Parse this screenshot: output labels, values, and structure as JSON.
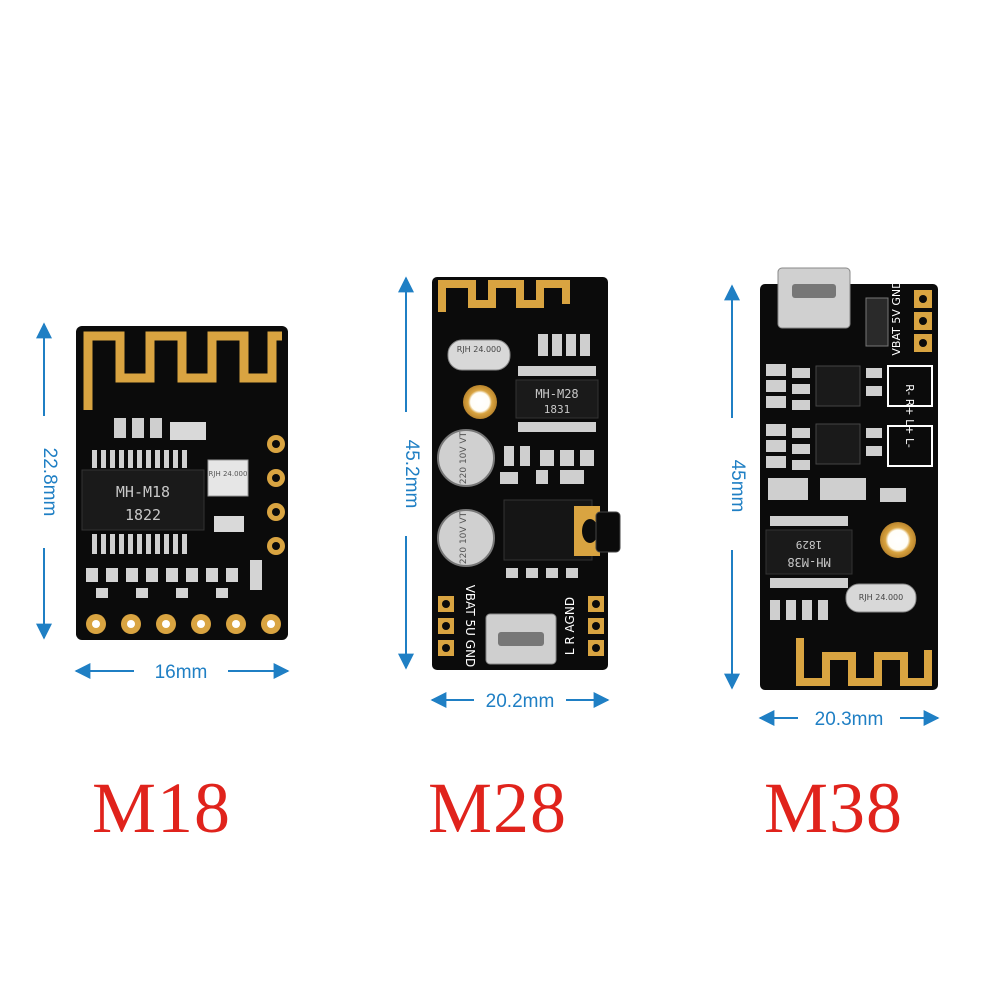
{
  "products": [
    {
      "model": "M18",
      "chip_text": "MH-M18",
      "date_code": "1822",
      "crystal_text": "RJH 24.000",
      "height_label": "22.8mm",
      "width_label": "16mm"
    },
    {
      "model": "M28",
      "chip_text": "MH-M28",
      "date_code": "1831",
      "crystal_text": "RJH 24.000",
      "capacitor_text": "220 10V VT",
      "pin_labels_left": "VBAT 5U GND",
      "pin_labels_right": "L R AGND",
      "height_label": "45.2mm",
      "width_label": "20.2mm"
    },
    {
      "model": "M38",
      "chip_text": "MH-M38",
      "date_code": "1829",
      "crystal_text": "RJH 24.000",
      "pin_labels_top": "VBAT 5V GND",
      "channel_labels": "R- R+ L+ L-",
      "height_label": "45mm",
      "width_label": "20.3mm"
    }
  ],
  "colors": {
    "board": "#0b0b0b",
    "gold": "#d9a441",
    "dimension": "#1f7fc4",
    "model_label": "#e0231c"
  }
}
